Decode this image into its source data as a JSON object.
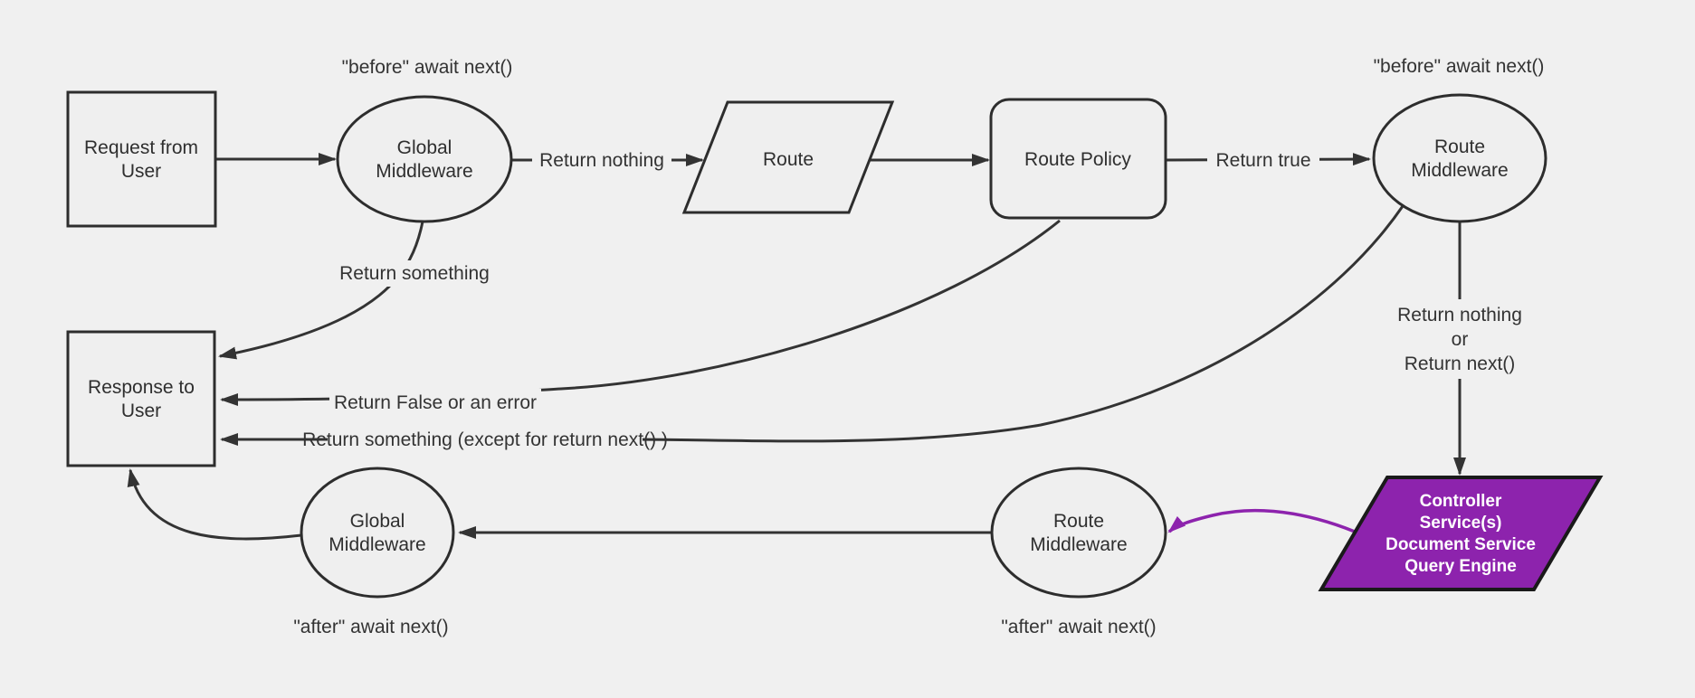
{
  "diagram": {
    "title": "middleware-request-lifecycle-flowchart",
    "colors": {
      "background": "#f0f0f0",
      "node_fill": "#efefef",
      "node_stroke": "#2d2d2d",
      "edge_stroke": "#333333",
      "purple": "#8d23ad",
      "purple_text": "#ffffff"
    },
    "nodes": {
      "request": {
        "lines": [
          "Request from",
          "User"
        ]
      },
      "global_middleware_top": {
        "lines": [
          "Global",
          "Middleware"
        ]
      },
      "route": {
        "label": "Route"
      },
      "route_policy": {
        "label": "Route Policy"
      },
      "route_middleware_top": {
        "lines": [
          "Route",
          "Middleware"
        ]
      },
      "response": {
        "lines": [
          "Response to",
          "User"
        ]
      },
      "global_middleware_bottom": {
        "lines": [
          "Global",
          "Middleware"
        ]
      },
      "route_middleware_bottom": {
        "lines": [
          "Route",
          "Middleware"
        ]
      },
      "controller": {
        "lines": [
          "Controller",
          "Service(s)",
          "Document Service",
          "Query Engine"
        ]
      }
    },
    "edge_labels": {
      "before_await_next_left": "\"before\" await next()",
      "before_await_next_right": "\"before\" await next()",
      "return_nothing": "Return nothing",
      "return_true": "Return true",
      "return_something": "Return something",
      "return_false_or_error": "Return False or an error",
      "return_something_except": "Return something (except for return next() )",
      "return_nothing_or_next": {
        "lines": [
          "Return nothing",
          "or",
          "Return next()"
        ]
      },
      "after_await_next_left": "\"after\" await next()",
      "after_await_next_right": "\"after\" await next()"
    }
  }
}
